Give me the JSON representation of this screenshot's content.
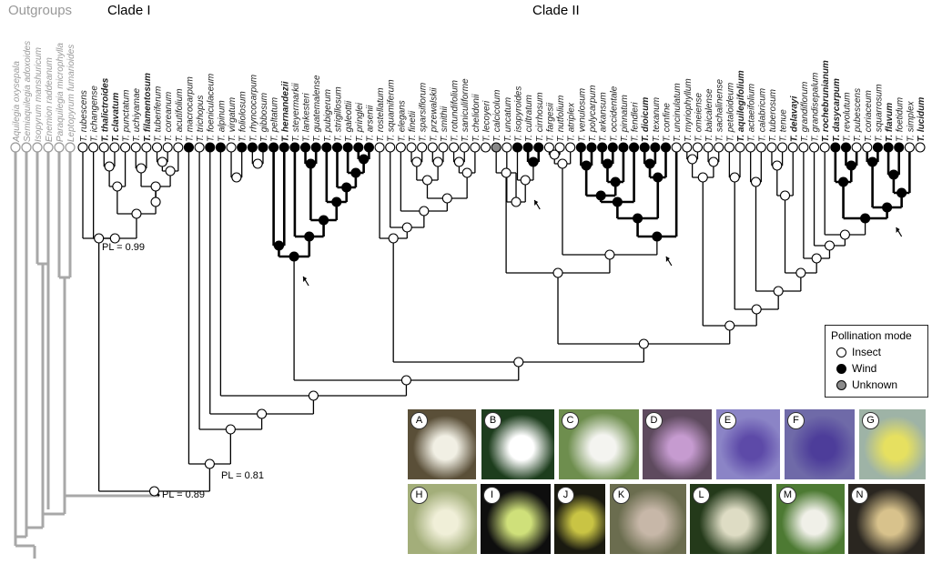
{
  "groups": {
    "outgroups": "Outgroups",
    "clade1": "Clade I",
    "clade2": "Clade II"
  },
  "legend": {
    "title": "Pollination mode",
    "insect": "Insect",
    "wind": "Wind",
    "unknown": "Unknown"
  },
  "colors": {
    "insect": "#ffffff",
    "wind": "#000000",
    "unknown": "#8a8a8a",
    "outgroup_branch": "#a8a8a8",
    "branch": "#000000"
  },
  "pl_labels": [
    "PL = 0.99",
    "PL = 0.81",
    "PL = 0.89"
  ],
  "outgroup_taxa": [
    "Aquilegia oxysepala",
    "Semiaquilegia adoxoides",
    "Isopyrum manshuricum",
    "Enemion raddeanum",
    "Paraquilegia microphylla",
    "Leptopyrum fumarioides"
  ],
  "taxa": [
    {
      "name": "T. rubescens",
      "bold": false,
      "mode": "insect"
    },
    {
      "name": "T. ichangense",
      "bold": false,
      "mode": "insect"
    },
    {
      "name": "T. thalictroides",
      "bold": true,
      "mode": "insect"
    },
    {
      "name": "T. clavatum",
      "bold": true,
      "mode": "insect"
    },
    {
      "name": "T. punctatum",
      "bold": false,
      "mode": "insect"
    },
    {
      "name": "T. uchiyamae",
      "bold": false,
      "mode": "insect"
    },
    {
      "name": "T. filamentosum",
      "bold": true,
      "mode": "insect"
    },
    {
      "name": "T. tuberiferum",
      "bold": false,
      "mode": "insect"
    },
    {
      "name": "T. coreanum",
      "bold": false,
      "mode": "insect"
    },
    {
      "name": "T. acutifolium",
      "bold": false,
      "mode": "insect"
    },
    {
      "name": "T. macrocarpum",
      "bold": false,
      "mode": "wind"
    },
    {
      "name": "T. trichopus",
      "bold": false,
      "mode": "insect"
    },
    {
      "name": "T. foeniculaceum",
      "bold": false,
      "mode": "wind"
    },
    {
      "name": "T. alpinum",
      "bold": false,
      "mode": "wind"
    },
    {
      "name": "T. virgatum",
      "bold": false,
      "mode": "insect"
    },
    {
      "name": "T. foliolosum",
      "bold": false,
      "mode": "wind"
    },
    {
      "name": "T. rhyncocarpum",
      "bold": false,
      "mode": "wind"
    },
    {
      "name": "T. gibbosum",
      "bold": false,
      "mode": "wind"
    },
    {
      "name": "T. peltatum",
      "bold": false,
      "mode": "wind"
    },
    {
      "name": "T. hernandezii",
      "bold": true,
      "mode": "wind"
    },
    {
      "name": "T. steyermarkii",
      "bold": false,
      "mode": "wind"
    },
    {
      "name": "T. lankesteri",
      "bold": false,
      "mode": "wind"
    },
    {
      "name": "T. guatemalense",
      "bold": false,
      "mode": "wind"
    },
    {
      "name": "T. pubigerum",
      "bold": false,
      "mode": "wind"
    },
    {
      "name": "T. strigillosum",
      "bold": false,
      "mode": "wind"
    },
    {
      "name": "T. galeottii",
      "bold": false,
      "mode": "wind"
    },
    {
      "name": "T. pringlei",
      "bold": false,
      "mode": "wind"
    },
    {
      "name": "T. arsenii",
      "bold": false,
      "mode": "wind"
    },
    {
      "name": "T. rostellatum",
      "bold": false,
      "mode": "insect"
    },
    {
      "name": "T. squamiferum",
      "bold": false,
      "mode": "insect"
    },
    {
      "name": "T. elegans",
      "bold": false,
      "mode": "insect"
    },
    {
      "name": "T. finetii",
      "bold": false,
      "mode": "insect"
    },
    {
      "name": "T. sparsiflorum",
      "bold": false,
      "mode": "insect"
    },
    {
      "name": "T. przewalskii",
      "bold": false,
      "mode": "insect"
    },
    {
      "name": "T. smithii",
      "bold": false,
      "mode": "insect"
    },
    {
      "name": "T. rotundifolium",
      "bold": false,
      "mode": "insect"
    },
    {
      "name": "T. saniculiforme",
      "bold": false,
      "mode": "insect"
    },
    {
      "name": "T. chelidonii",
      "bold": false,
      "mode": "insect"
    },
    {
      "name": "T. lecoyeri",
      "bold": false,
      "mode": "insect"
    },
    {
      "name": "T. calcicolum",
      "bold": false,
      "mode": "unknown"
    },
    {
      "name": "T. uncatum",
      "bold": false,
      "mode": "insect"
    },
    {
      "name": "T. isopyroides",
      "bold": false,
      "mode": "wind"
    },
    {
      "name": "T. cultratum",
      "bold": false,
      "mode": "wind"
    },
    {
      "name": "T. cirrhosum",
      "bold": false,
      "mode": "wind"
    },
    {
      "name": "T. fargesii",
      "bold": false,
      "mode": "insect"
    },
    {
      "name": "T. nutfolium",
      "bold": false,
      "mode": "insect"
    },
    {
      "name": "T. atriplex",
      "bold": false,
      "mode": "insect"
    },
    {
      "name": "T. venulosum",
      "bold": false,
      "mode": "wind"
    },
    {
      "name": "T. polycarpum",
      "bold": false,
      "mode": "wind"
    },
    {
      "name": "T. arkansum",
      "bold": false,
      "mode": "wind"
    },
    {
      "name": "T. occidentale",
      "bold": false,
      "mode": "wind"
    },
    {
      "name": "T. pinnatum",
      "bold": false,
      "mode": "wind"
    },
    {
      "name": "T. fendleri",
      "bold": false,
      "mode": "wind"
    },
    {
      "name": "T. dioicum",
      "bold": true,
      "mode": "wind"
    },
    {
      "name": "T. texanum",
      "bold": false,
      "mode": "wind"
    },
    {
      "name": "T. confine",
      "bold": false,
      "mode": "wind"
    },
    {
      "name": "T. uncinulatum",
      "bold": false,
      "mode": "insect"
    },
    {
      "name": "T. myriophyllum",
      "bold": false,
      "mode": "insect"
    },
    {
      "name": "T. omeiense",
      "bold": false,
      "mode": "insect"
    },
    {
      "name": "T. baicalense",
      "bold": false,
      "mode": "insect"
    },
    {
      "name": "T. sachalinense",
      "bold": false,
      "mode": "insect"
    },
    {
      "name": "T. petaloideum",
      "bold": false,
      "mode": "insect"
    },
    {
      "name": "T. aquilegifolium",
      "bold": true,
      "mode": "insect"
    },
    {
      "name": "T. actaeifolium",
      "bold": false,
      "mode": "insect"
    },
    {
      "name": "T. calabricum",
      "bold": false,
      "mode": "insect"
    },
    {
      "name": "T. tuberosum",
      "bold": false,
      "mode": "insect"
    },
    {
      "name": "T. tenue",
      "bold": false,
      "mode": "insect"
    },
    {
      "name": "T. delavayi",
      "bold": true,
      "mode": "insect"
    },
    {
      "name": "T. grandiflorum",
      "bold": false,
      "mode": "insect"
    },
    {
      "name": "T. grandisepalum",
      "bold": false,
      "mode": "insect"
    },
    {
      "name": "T. rochebrunianum",
      "bold": true,
      "mode": "insect"
    },
    {
      "name": "T. dasycarpum",
      "bold": true,
      "mode": "wind"
    },
    {
      "name": "T. revolutum",
      "bold": false,
      "mode": "wind"
    },
    {
      "name": "T. pubescens",
      "bold": false,
      "mode": "insect"
    },
    {
      "name": "T. coriaceum",
      "bold": false,
      "mode": "insect"
    },
    {
      "name": "T. squarrosum",
      "bold": false,
      "mode": "wind"
    },
    {
      "name": "T. flavum",
      "bold": true,
      "mode": "wind"
    },
    {
      "name": "T. foetidum",
      "bold": false,
      "mode": "wind"
    },
    {
      "name": "T. simplex",
      "bold": false,
      "mode": "insect"
    },
    {
      "name": "T. lucidum",
      "bold": true,
      "mode": "insect"
    }
  ],
  "photos": [
    {
      "label": "A",
      "bg": "#5a4f38",
      "accent": "#f1efe4"
    },
    {
      "label": "B",
      "bg": "#1d3d1d",
      "accent": "#ffffff"
    },
    {
      "label": "C",
      "bg": "#6e8e4e",
      "accent": "#f4f4f0"
    },
    {
      "label": "D",
      "bg": "#5e4a5e",
      "accent": "#c69bd0"
    },
    {
      "label": "E",
      "bg": "#8b84c6",
      "accent": "#5d4aa8"
    },
    {
      "label": "F",
      "bg": "#6f6aa8",
      "accent": "#4d3d9a"
    },
    {
      "label": "G",
      "bg": "#9eb3a6",
      "accent": "#e6e060"
    },
    {
      "label": "H",
      "bg": "#a3ae7a",
      "accent": "#f0efd8"
    },
    {
      "label": "I",
      "bg": "#0e0e0e",
      "accent": "#cfe07a"
    },
    {
      "label": "J",
      "bg": "#1a1a10",
      "accent": "#c9c444"
    },
    {
      "label": "K",
      "bg": "#6b6d4f",
      "accent": "#c7b7a8"
    },
    {
      "label": "L",
      "bg": "#243a1a",
      "accent": "#dedcc4"
    },
    {
      "label": "M",
      "bg": "#4d7a33",
      "accent": "#f0f0e8"
    },
    {
      "label": "N",
      "bg": "#2a2620",
      "accent": "#d8c28c"
    }
  ]
}
